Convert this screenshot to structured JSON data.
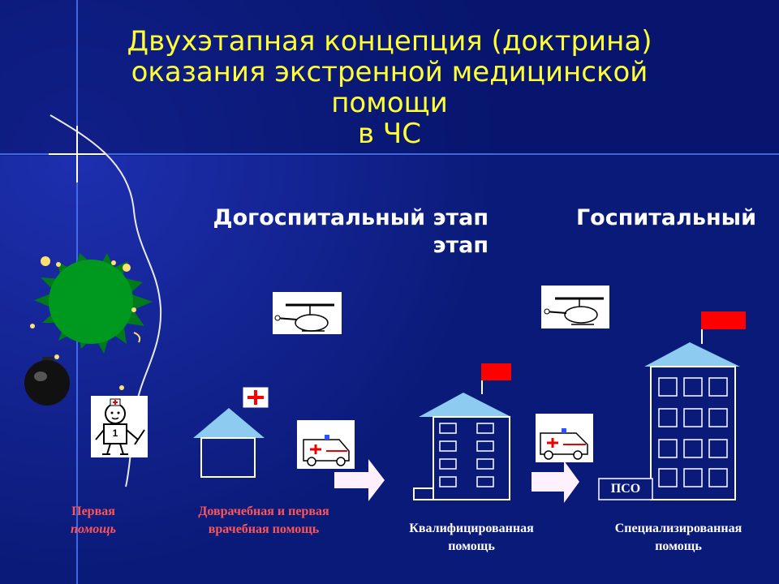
{
  "title": {
    "line1": "Двухэтапная концепция (доктрина)",
    "line2": "оказания экстренной медицинской",
    "line3": "помощи",
    "line4": "в ЧС"
  },
  "stages": {
    "prehospital_line1": "Догоспитальный этап",
    "prehospital_line2": "этап",
    "hospital": "Госпитальный"
  },
  "labels": {
    "first_aid_line1": "Первая",
    "first_aid_line2": "помощь",
    "premedical_line1": "Доврачебная и первая",
    "premedical_line2": "врачебная помощь",
    "qualified_line1": "Квалифицированная",
    "qualified_line2": "помощь",
    "specialized_line1": "Специализированная",
    "specialized_line2": "помощь",
    "pso": "ПСО",
    "medic_badge": "1"
  },
  "colors": {
    "background": "#0a1a78",
    "title": "#ffff33",
    "label_red": "#ff5555",
    "flag": "#ff0000",
    "roof": "#8ecbf0",
    "arrow": "#fff0ff",
    "blast": "#007a1a"
  },
  "icons": [
    "explosion-blast-icon",
    "bomb-icon",
    "medic-icon",
    "helicopter-icon",
    "ambulance-icon",
    "red-cross-icon",
    "arrow-right-icon",
    "flag-icon"
  ]
}
